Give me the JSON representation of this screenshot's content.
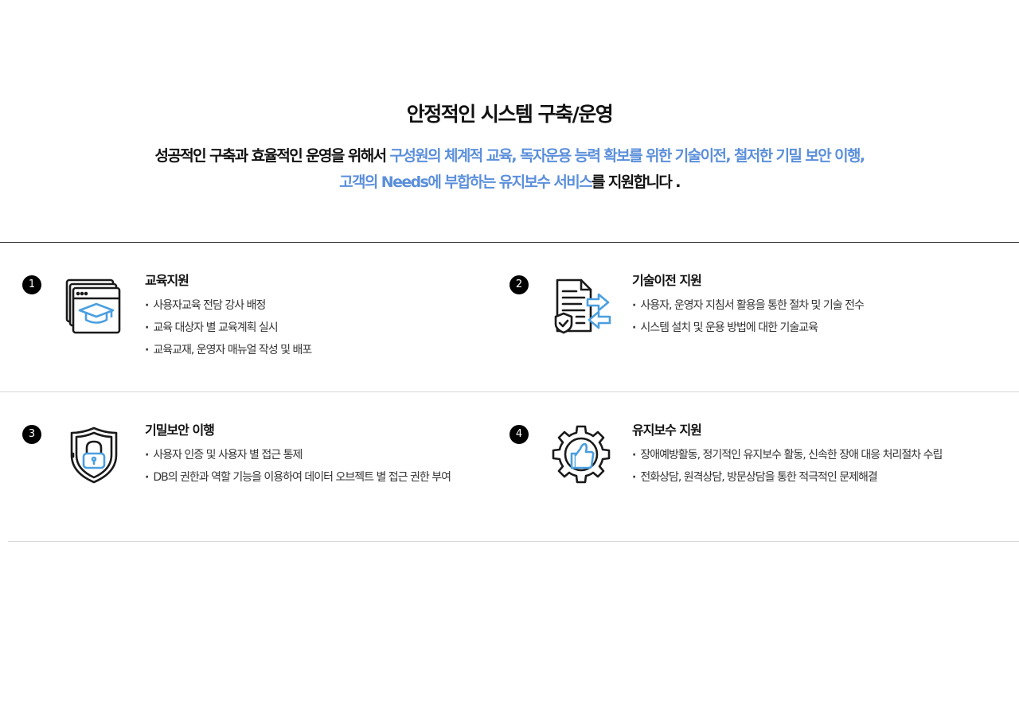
{
  "header": {
    "title": "안정적인 시스템 구축/운영",
    "desc_lead": "성공적인 구축과 효율적인 운영을 위해서 ",
    "desc_highlight_1": "구성원의 체계적 교육, 독자운용 능력 확보를 위한 기술이전, 철저한 기밀 보안 이행,",
    "desc_highlight_2": "고객의 Needs에 부합하는 유지보수 서비스",
    "desc_tail": "를 지원합니다 ."
  },
  "services": [
    {
      "number": "1",
      "icon": "education-browser-icon",
      "title": "교육지원",
      "bullets": [
        "사용자교육 전담 강사 배정",
        "교육 대상자 별 교육계획 실시",
        "교육교재, 운영자 매뉴얼 작성 및 배포"
      ]
    },
    {
      "number": "2",
      "icon": "document-transfer-icon",
      "title": "기술이전 지원",
      "bullets": [
        "사용자, 운영자 지침서 활용을 통한 절차 및 기술 전수",
        "시스템 설치 및 운용 방법에 대한 기술교육"
      ]
    },
    {
      "number": "3",
      "icon": "shield-lock-icon",
      "title": "기밀보안 이행",
      "bullets": [
        "사용자 인증 및 사용자 별 접근 통제",
        "DB의 권한과 역할 기능을 이용하여 데이터 오브젝트 별 접근 권한 부여"
      ]
    },
    {
      "number": "4",
      "icon": "gear-thumbs-up-icon",
      "title": "유지보수 지원",
      "bullets": [
        "장애예방활동, 정기적인 유지보수 활동, 신속한 장애 대응 처리절차 수립",
        "전화상담, 원격상담, 방문상담을 통한 적극적인 문제해결"
      ]
    }
  ],
  "colors": {
    "highlight": "#5b8fdb",
    "icon_accent": "#4a9fe0",
    "icon_stroke": "#1a1a1a"
  }
}
